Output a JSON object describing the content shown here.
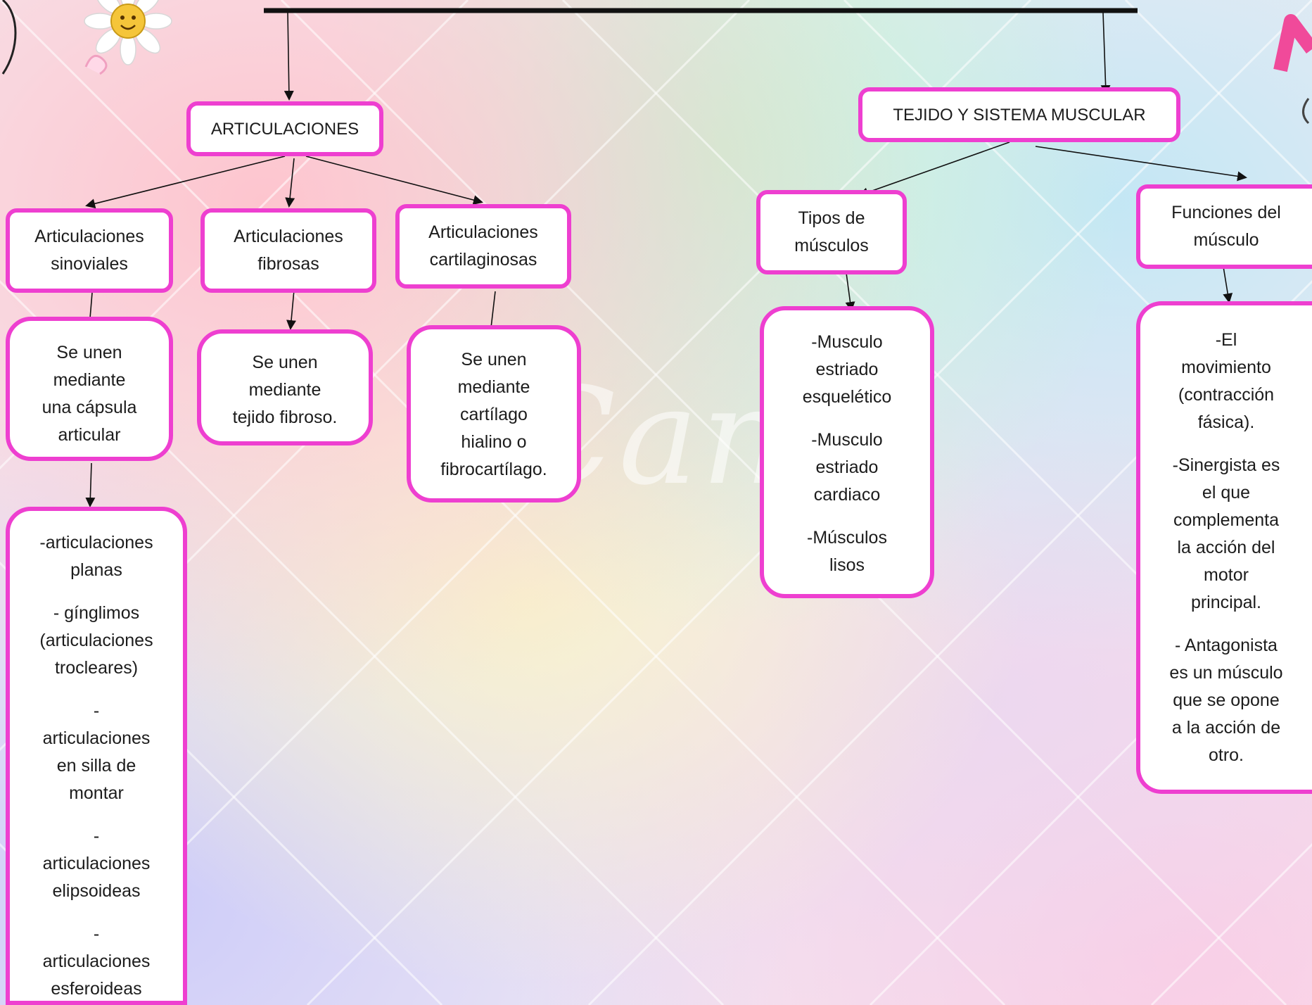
{
  "watermark": "Can",
  "colors": {
    "node_border": "#ee3fd0",
    "node_fill": "#ffffff",
    "line": "#111111"
  },
  "decorations": [
    "daisy-flower-icon",
    "pink-letter-decoration"
  ],
  "articulaciones": {
    "title": "ARTICULACIONES",
    "sinoviales": {
      "title": "Articulaciones\nsinoviales",
      "desc": "Se unen\nmediante\nuna cápsula\narticular",
      "types": [
        "-articulaciones\nplanas",
        "- gínglimos\n(articulaciones\ntrocleares)",
        "-\narticulaciones\nen silla de\nmontar",
        "-\narticulaciones\nelipsoideas",
        "-\narticulaciones\nesferoideas"
      ]
    },
    "fibrosas": {
      "title": "Articulaciones\nfibrosas",
      "desc": "Se unen\nmediante\ntejido fibroso."
    },
    "cartilaginosas": {
      "title": "Articulaciones\ncartilaginosas",
      "desc": "Se unen\nmediante\ncartílago\nhialino o\nfibrocartílago."
    }
  },
  "muscular": {
    "title": "TEJIDO Y SISTEMA MUSCULAR",
    "tipos": {
      "title": "Tipos de\nmúsculos",
      "items": [
        "-Musculo\nestriado\nesquelético",
        "-Musculo\nestriado\ncardiaco",
        "-Músculos\nlisos"
      ]
    },
    "funciones": {
      "title": "Funciones del\nmúsculo",
      "items": [
        "-El\nmovimiento\n(contracción\nfásica).",
        "-Sinergista es\nel que\ncomplementa\nla acción del\nmotor\nprincipal.",
        "- Antagonista\nes un músculo\nque se opone\na la acción de\notro."
      ]
    }
  }
}
